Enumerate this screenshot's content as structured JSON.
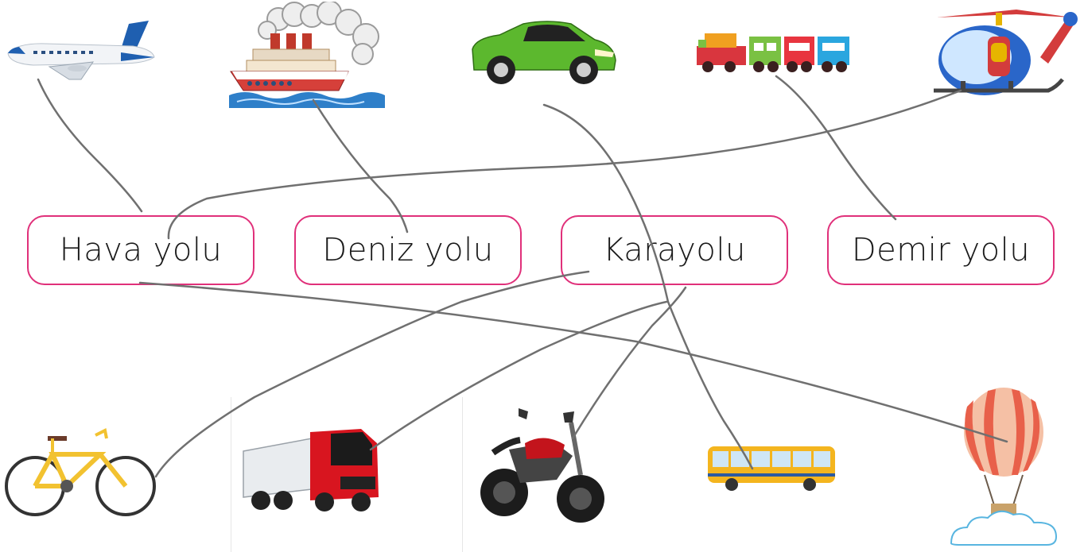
{
  "labels": {
    "air": "Hava yolu",
    "sea": "Deniz yolu",
    "road": "Karayolu",
    "rail": "Demir yolu"
  },
  "colors": {
    "box_border": "#e0307a",
    "line": "#707070"
  }
}
